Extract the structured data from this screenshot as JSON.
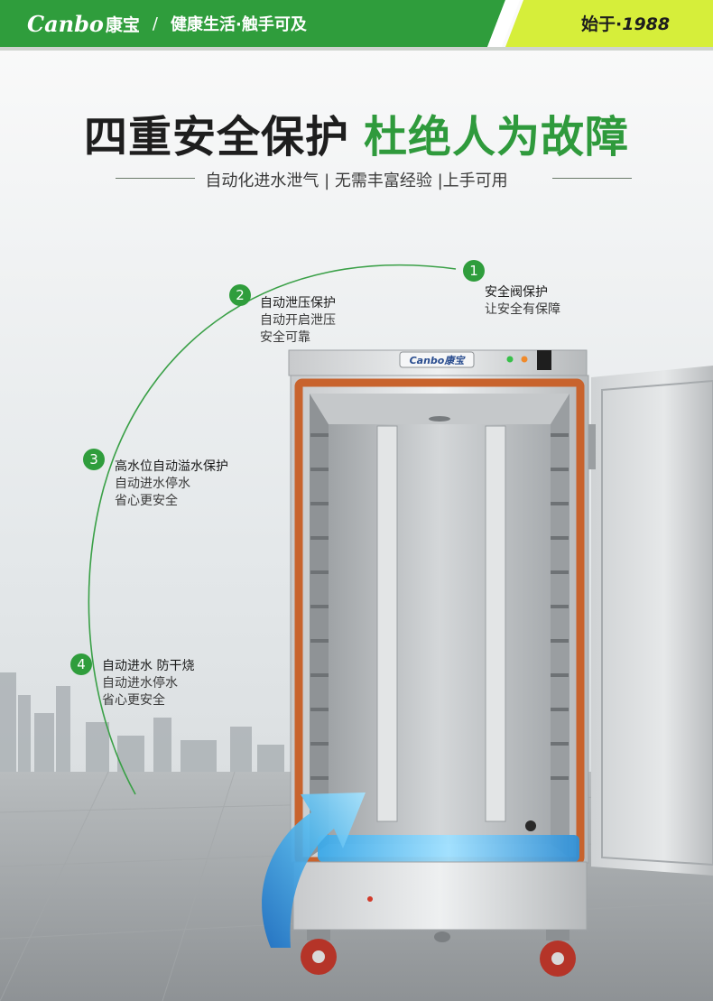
{
  "header": {
    "logo": "Canbo",
    "logo_cn": "康宝",
    "separator": "/",
    "slogan": "健康生活·触手可及",
    "since_label": "始于·",
    "since_year": "1988"
  },
  "title": {
    "part1": "四重安全保护",
    "part2": "杜绝人为故障",
    "subtitle": "自动化进水泄气 | 无需丰富经验 |上手可用"
  },
  "cabinet": {
    "logo": "Canbo康宝"
  },
  "features": [
    {
      "num": "1",
      "title": "安全阀保护",
      "lines": [
        "让安全有保障"
      ]
    },
    {
      "num": "2",
      "title": "自动泄压保护",
      "lines": [
        "自动开启泄压",
        "安全可靠"
      ]
    },
    {
      "num": "3",
      "title": "高水位自动溢水保护",
      "lines": [
        "自动进水停水",
        "省心更安全"
      ]
    },
    {
      "num": "4",
      "title": "自动进水 防干烧",
      "lines": [
        "自动进水停水",
        "省心更安全"
      ]
    }
  ],
  "colors": {
    "brand_green": "#2f9d3c",
    "accent_yellow": "#d6ee3a"
  }
}
